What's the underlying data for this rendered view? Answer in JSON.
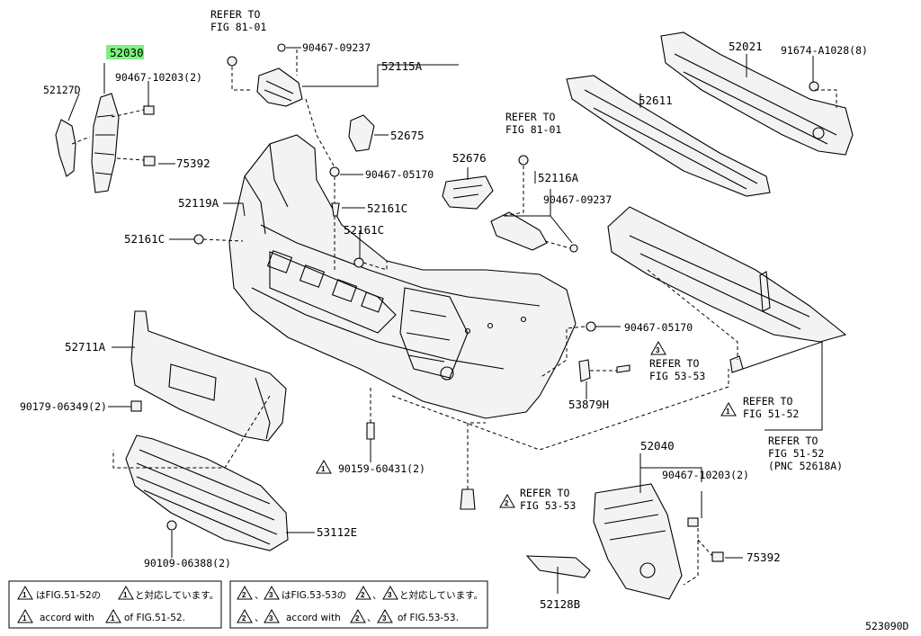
{
  "diagram": {
    "highlight_color": "#7ef27e",
    "code": "523090D",
    "labels": {
      "p52030": "52030",
      "p52127D": "52127D",
      "p90467_10203a": "90467-10203(2)",
      "p75392a": "75392",
      "p52119A": "52119A",
      "p52161C_a": "52161C",
      "p52161C_b": "52161C",
      "p52161C_c": "52161C",
      "p52711A": "52711A",
      "p90179": "90179-06349(2)",
      "p53112E": "53112E",
      "p90109": "90109-06388(2)",
      "refer81_a_1": "REFER TO",
      "refer81_a_2": "FIG 81-01",
      "p90467_09237a": "90467-09237",
      "p52115A": "52115A",
      "p52675": "52675",
      "p90467_05170a": "90467-05170",
      "p52676": "52676",
      "refer81_b_1": "REFER TO",
      "refer81_b_2": "FIG 81-01",
      "p52116A": "52116A",
      "p90467_09237b": "90467-09237",
      "p52021": "52021",
      "p91674": "91674-A1028(8)",
      "p52611": "52611",
      "p90467_05170b": "90467-05170",
      "refer5353_a_1": "REFER TO",
      "refer5353_a_2": "FIG 53-53",
      "p53879H": "53879H",
      "refer5152_a_1": "REFER TO",
      "refer5152_a_2": "FIG 51-52",
      "refer5152_b_1": "REFER TO",
      "refer5152_b_2": "FIG 51-52",
      "refer5152_b_3": "(PNC 52618A)",
      "p90159": "90159-60431(2)",
      "refer5353_b_1": "REFER TO",
      "refer5353_b_2": "FIG 53-53",
      "p52040": "52040",
      "p90467_10203b": "90467-10203(2)",
      "p75392b": "75392",
      "p52128B": "52128B"
    },
    "tri_marks": {
      "one": "1",
      "two": "2",
      "three": "3"
    },
    "legend": {
      "box1_line1_a": "はFIG.51-52の",
      "box1_line1_b": "と対応しています。",
      "box1_line2_a": "accord with",
      "box1_line2_b": "of FIG.51-52.",
      "box2_sep": "、",
      "box2_line1_a": "はFIG.53-53の",
      "box2_line1_b": "と対応しています。",
      "box2_line2_a": "accord with",
      "box2_line2_b": "of FIG.53-53."
    }
  }
}
